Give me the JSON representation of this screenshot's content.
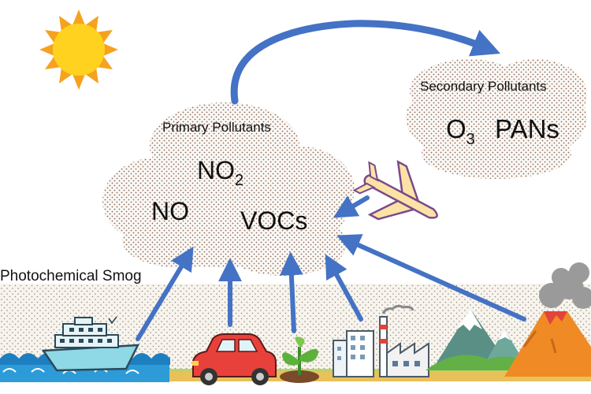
{
  "labels": {
    "primary_title": "Primary Pollutants",
    "secondary_title": "Secondary Pollutants",
    "smog": "Photochemical Smog",
    "no2_base": "NO",
    "no2_sub": "2",
    "no": "NO",
    "vocs": "VOCs",
    "o3_base": "O",
    "o3_sub": "3",
    "pans": "PANs"
  },
  "icons": [
    "sun-icon",
    "ship-icon",
    "car-icon",
    "plant-icon",
    "factory-icon",
    "mountain-icon",
    "volcano-icon",
    "airplane-icon"
  ],
  "colors": {
    "arrow": "#4472C4",
    "sun": "#FFD21F",
    "sun_rays": "#F6A21E",
    "cloud_dots": "#8a6a5a",
    "car": "#E8413B",
    "water": "#2C9BD8",
    "ground": "#E8C15A",
    "plant": "#5CB13A",
    "volcano": "#F08A24"
  }
}
